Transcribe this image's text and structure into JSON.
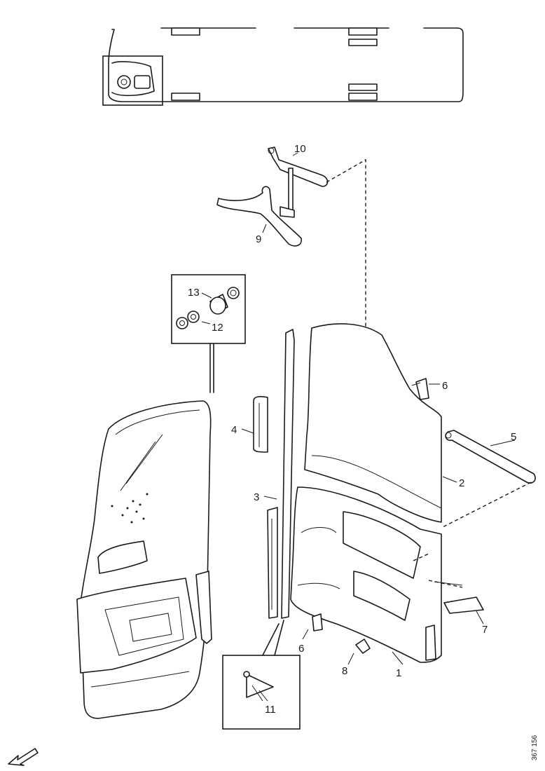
{
  "callouts": {
    "p1": "1",
    "p2": "2",
    "p3": "3",
    "p4": "4",
    "p5": "5",
    "p6a": "6",
    "p6b": "6",
    "p7": "7",
    "p8": "8",
    "p9": "9",
    "p10": "10",
    "p11": "11",
    "p12": "12",
    "p13": "13"
  },
  "reference_code": "367 156"
}
